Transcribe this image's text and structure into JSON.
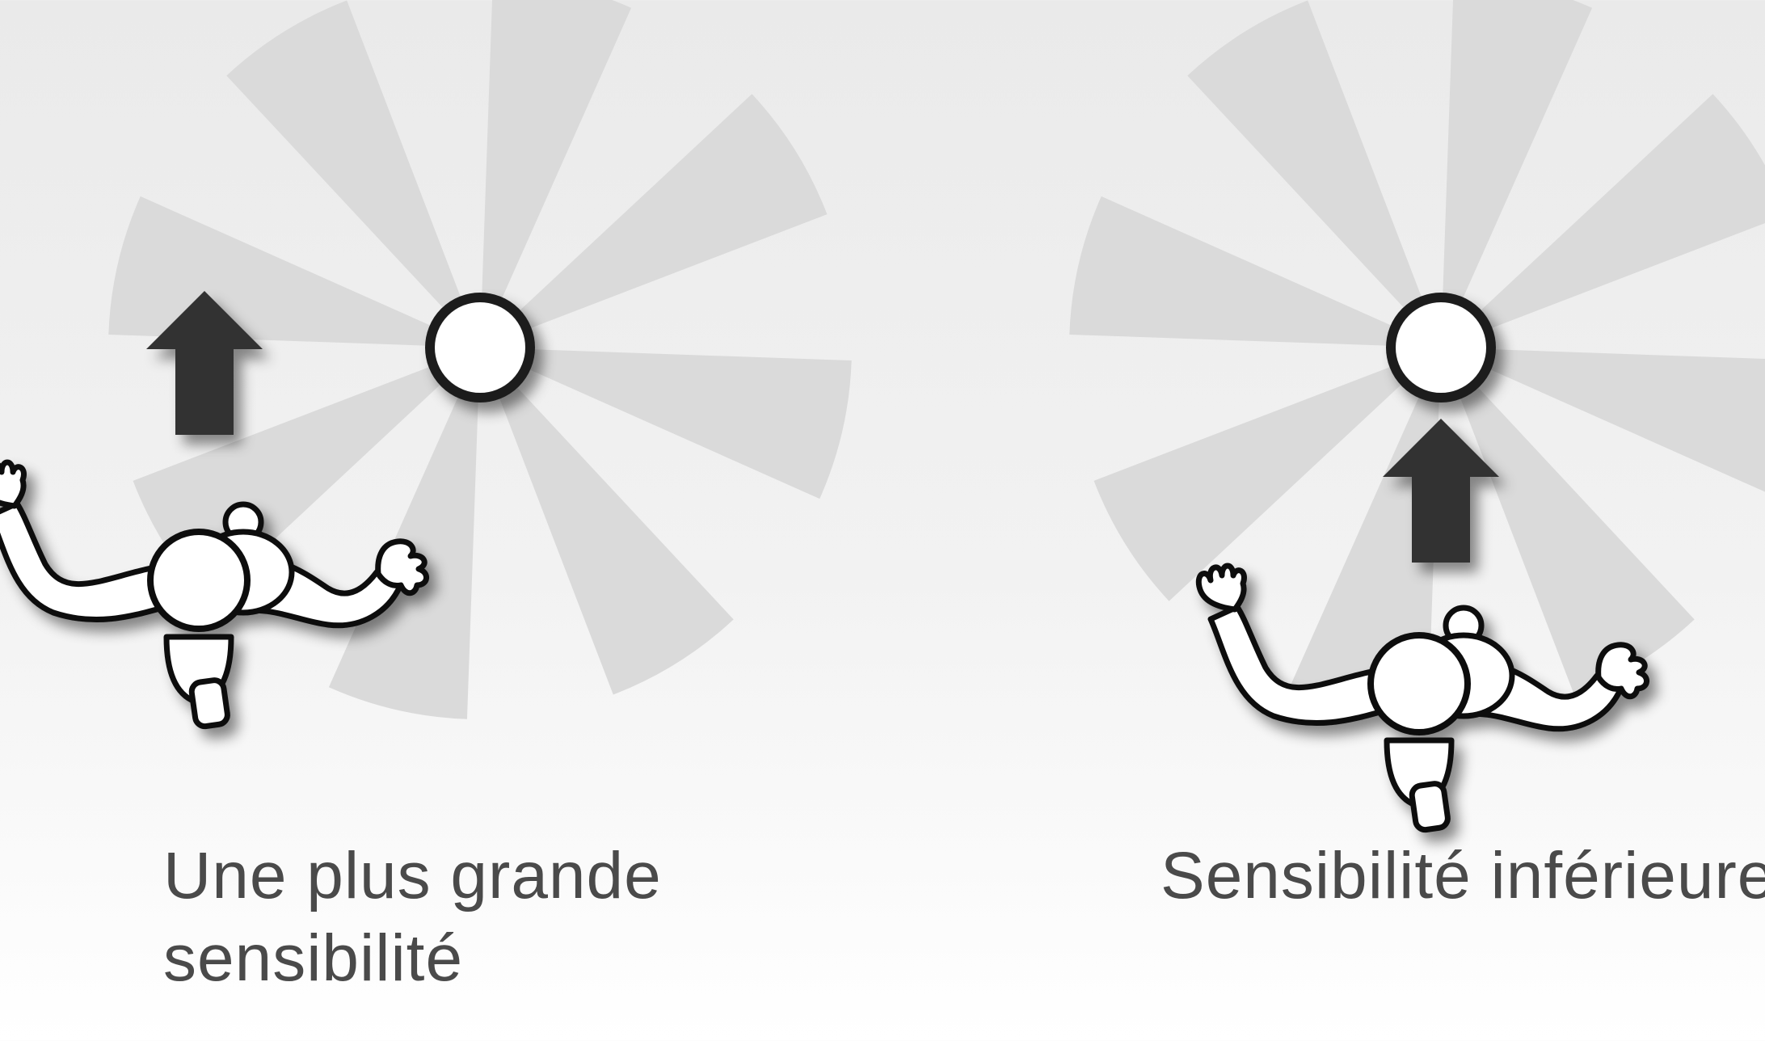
{
  "colors": {
    "sector": "#dadada",
    "arrow": "#333333",
    "outline": "#1e1e1e",
    "fill": "#ffffff",
    "caption": "#4a4a4a"
  },
  "panels": [
    {
      "id": "left",
      "caption_line1": "Une plus grande",
      "caption_line2": "sensibilité",
      "icons": [
        "radial-target-icon",
        "up-arrow-icon",
        "skydiver-icon"
      ]
    },
    {
      "id": "right",
      "caption_line1": "Sensibilité inférieure",
      "icons": [
        "radial-target-icon",
        "up-arrow-icon",
        "skydiver-icon"
      ]
    }
  ]
}
